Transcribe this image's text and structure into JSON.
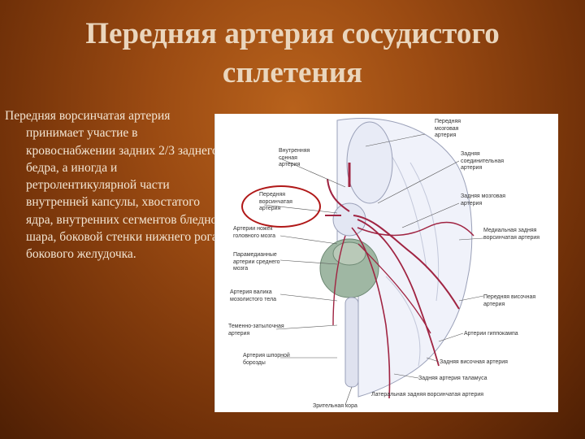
{
  "slide": {
    "title": "Передняя артерия сосудистого сплетения",
    "body": "Передняя ворсинчатая артерия принимает участие в кровоснабжении задних 2/3 заднего бедра, а иногда и ретролентикулярной части внутренней капсулы, хвостатого ядра, внутренних сегментов бледного шара, боковой стенки нижнего рога, бокового желудочка."
  },
  "figure": {
    "labels": {
      "aca": "Передняя\nмозговая\nартерия",
      "ica": "Внутренняя\nсонная\nартерия",
      "pcomm": "Задняя\nсоединительная\nартерия",
      "achor_highlight": "Передняя\nворсинчатая\nартерия",
      "pca": "Задняя мозговая\nартерия",
      "peduncle": "Артерии ножек\nголовного мозга",
      "med_post_chor": "Медиальная задняя\nворсинчатая артерия",
      "paramedian": "Парамедианные\nартерии среднего\nмозга",
      "mammillary": "Артерия валика\nмозолистого тела",
      "ant_temporal": "Передняя височная артерия",
      "parieto_occipital": "Теменно-затылочная\nартерия",
      "hippocampal": "Артерии гиппокампа",
      "calcarine": "Артерия шпорной\nборозды",
      "post_temporal": "Задняя височная артерия",
      "post_thalamic": "Задняя артерия таламуса",
      "lat_post_chor": "Латеральная задняя ворсинчатая артерия",
      "optic_tract": "Зрительная кора"
    }
  }
}
